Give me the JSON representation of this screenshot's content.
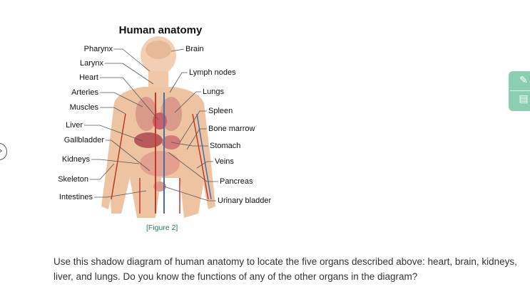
{
  "figure": {
    "title": "Human anatomy",
    "caption": "[Figure 2]",
    "left_labels": [
      "Pharynx",
      "Larynx",
      "Heart",
      "Arteries",
      "Muscles",
      "Liver",
      "Gallbladder",
      "Kidneys",
      "Skeleton",
      "Intestines"
    ],
    "right_labels": [
      "Brain",
      "Lymph nodes",
      "Lungs",
      "Spleen",
      "Bone marrow",
      "Stomach",
      "Veins",
      "Pancreas",
      "Urinary bladder"
    ]
  },
  "paragraph": {
    "text": "Use this shadow diagram of human anatomy to locate the five organs described above: heart, brain, kidneys, liver, and lungs. Do you know the functions of any of the other organs in the diagram?"
  },
  "side_tools": {
    "pen_icon": "pencil-icon",
    "notes_icon": "notes-icon"
  },
  "nav": {
    "prev_icon": "chevron-left-icon"
  },
  "colors": {
    "caption": "#2a7a5a",
    "side_tab": "#8ccfb0",
    "skin": "#f0c8a8",
    "artery": "#c0392b",
    "vein": "#3f6fae"
  }
}
